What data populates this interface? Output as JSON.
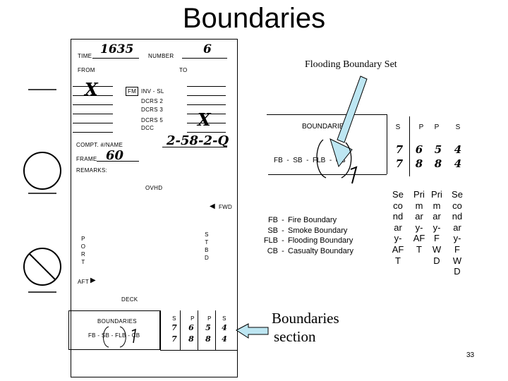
{
  "title": "Boundaries",
  "slide_number": "33",
  "form": {
    "time_label": "TIME",
    "time_value": "1635",
    "number_label": "NUMBER",
    "number_value": "6",
    "from_label": "FROM",
    "to_label": "TO",
    "fm_label": "FM",
    "inv_sl_label": "INV - SL",
    "dcrs2_label": "DCRS 2",
    "dcrs3_label": "DCRS 3",
    "dcrs5_label": "DCRS 5",
    "dcc_label": "DCC",
    "compt_label": "COMPT. #/NAME",
    "compt_value": "2-58-2-Q",
    "frame_label": "FRAME",
    "frame_value": "60",
    "remarks_label": "REMARKS:",
    "ovhd_label": "OVHD",
    "fwd_label": "FWD",
    "port_label": "PORT",
    "stbd_label": "STBD",
    "aft_label": "AFT",
    "deck_label": "DECK",
    "mark_x": "X",
    "boundaries_label": "BOUNDARIES",
    "fb_row": "FB - SB - FLB - CB",
    "col_heads": [
      "S",
      "P",
      "P",
      "S"
    ],
    "row1": [
      "7",
      "6",
      "5",
      "4"
    ],
    "row2": [
      "7",
      "8",
      "8",
      "4"
    ]
  },
  "callouts": {
    "flooding": "Flooding Boundary Set",
    "section_line1": "Boundaries",
    "section_line2": "section"
  },
  "zoom": {
    "boundaries_label": "BOUNDARIES",
    "fb_row": "FB  -  SB  -  FLB  -  CB",
    "col_heads": [
      "S",
      "P",
      "P",
      "S"
    ],
    "row1": [
      "7",
      "6",
      "5",
      "4"
    ],
    "row2": [
      "7",
      "8",
      "8",
      "4"
    ],
    "columns": [
      "Secondary-AFT",
      "Primary-AFT",
      "Primary-FWD",
      "Secondary-FWD"
    ]
  },
  "legend": [
    {
      "abbr": "FB",
      "dash": "-",
      "desc": "Fire Boundary"
    },
    {
      "abbr": "SB",
      "dash": "-",
      "desc": "Smoke Boundary"
    },
    {
      "abbr": "FLB",
      "dash": "-",
      "desc": "Flooding Boundary"
    },
    {
      "abbr": "CB",
      "dash": "-",
      "desc": "Casualty Boundary"
    }
  ]
}
